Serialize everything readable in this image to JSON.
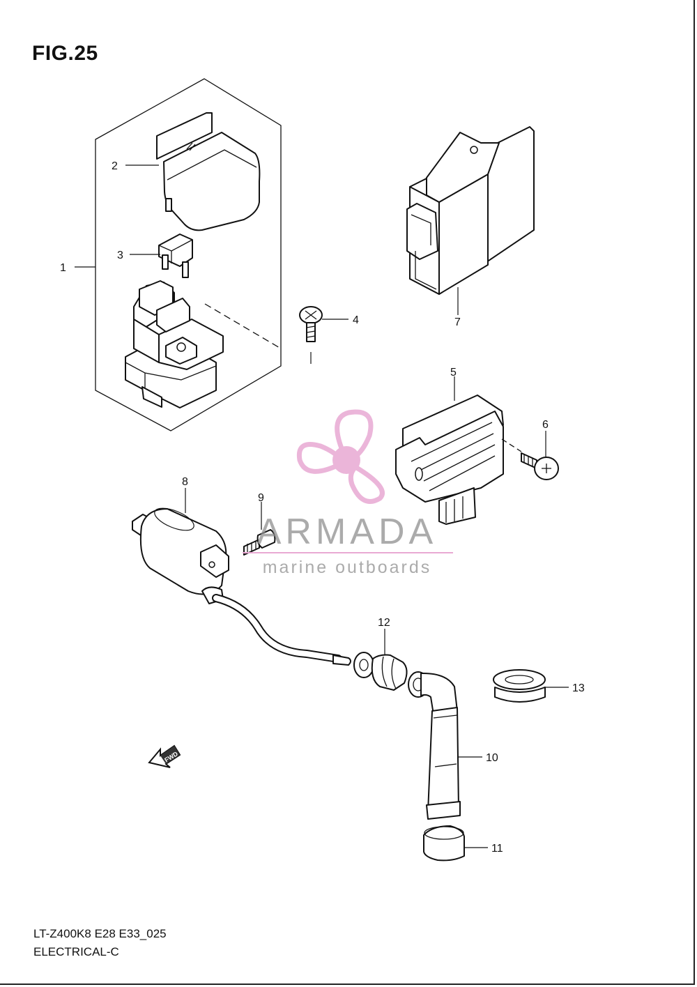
{
  "figure": {
    "title": "FIG.25"
  },
  "footer": {
    "model_code": "LT-Z400K8 E28 E33_025",
    "section": "ELECTRICAL-C"
  },
  "watermark": {
    "brand": "ARMADA",
    "tagline": "marine outboards",
    "accent_color": "#e8a9d3"
  },
  "fwd_arrow": {
    "label": "FWD"
  },
  "callouts": {
    "c1": "1",
    "c2": "2",
    "c3": "3",
    "c4": "4",
    "c5": "5",
    "c6": "6",
    "c7": "7",
    "c8": "8",
    "c9": "9",
    "c10": "10",
    "c11": "11",
    "c12": "12",
    "c13": "13"
  }
}
